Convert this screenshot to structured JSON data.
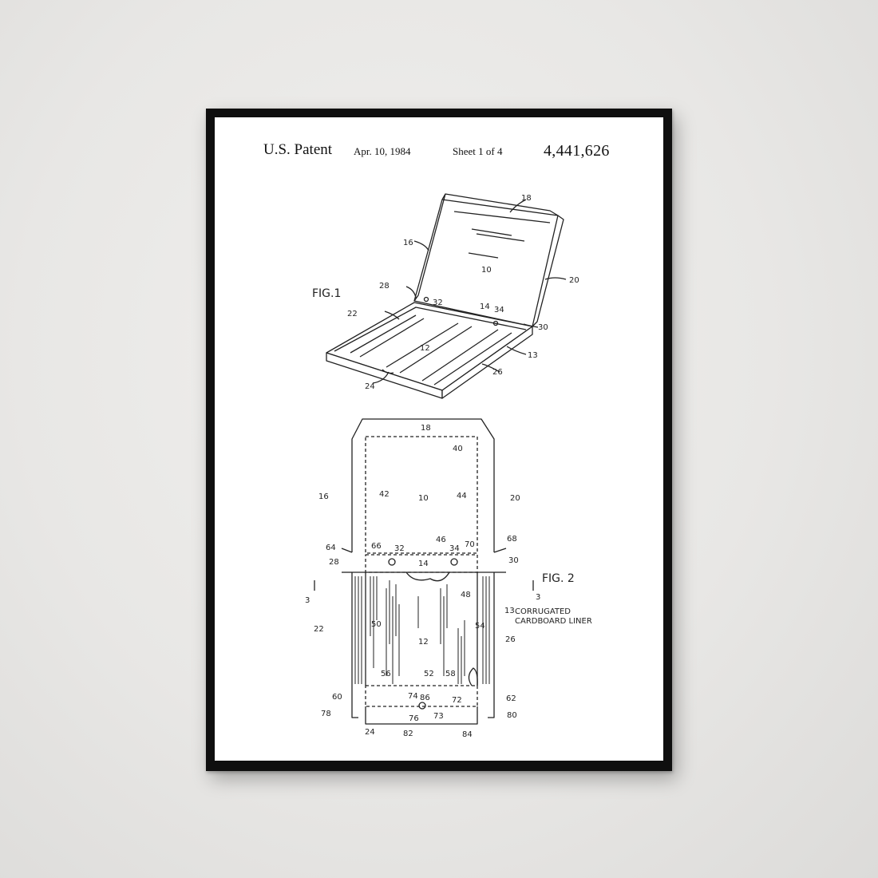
{
  "header": {
    "title": "U.S. Patent",
    "date": "Apr. 10, 1984",
    "sheet": "Sheet 1 of 4",
    "number": "4,441,626"
  },
  "figures": {
    "fig1": "FIG.1",
    "fig2": "FIG. 2",
    "liner_line1": "CORRUGATED",
    "liner_line2": "CARDBOARD LINER"
  },
  "fig1_labels": [
    "18",
    "16",
    "10",
    "20",
    "28",
    "32",
    "14",
    "34",
    "30",
    "22",
    "12",
    "13",
    "24",
    "26"
  ],
  "fig2_labels": [
    "18",
    "40",
    "16",
    "42",
    "10",
    "44",
    "20",
    "64",
    "66",
    "32",
    "46",
    "34",
    "70",
    "68",
    "28",
    "14",
    "30",
    "3",
    "3",
    "48",
    "13",
    "54",
    "22",
    "50",
    "12",
    "26",
    "56",
    "52",
    "58",
    "74",
    "86",
    "72",
    "60",
    "62",
    "73",
    "78",
    "76",
    "80",
    "24",
    "82",
    "84"
  ],
  "colors": {
    "wall": "#e9e8e6",
    "frame": "#0f0f0f",
    "paper": "#ffffff",
    "ink": "#222222"
  }
}
